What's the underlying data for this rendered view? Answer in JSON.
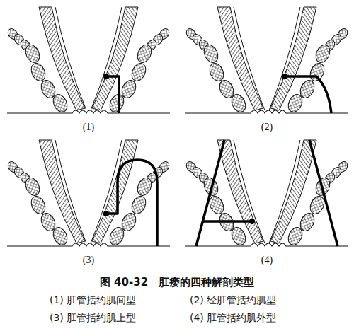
{
  "diagram": {
    "caption": "图 40-32　肛瘘的四种解剖类型",
    "labels": [
      "(1)",
      "(2)",
      "(3)",
      "(4)",
      "(1) 肛管括约肌间型",
      "(2) 经肛管括约肌型",
      "(3) 肛管括约肌上型",
      "(4) 肛管括约肌外型"
    ]
  }
}
